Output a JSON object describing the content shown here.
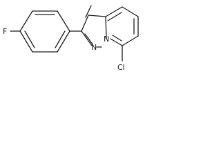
{
  "molecule": {
    "atoms": {
      "fluorine": "F",
      "chlorine": "Cl",
      "nitrogen_a": "N",
      "nitrogen_b": "N"
    }
  }
}
